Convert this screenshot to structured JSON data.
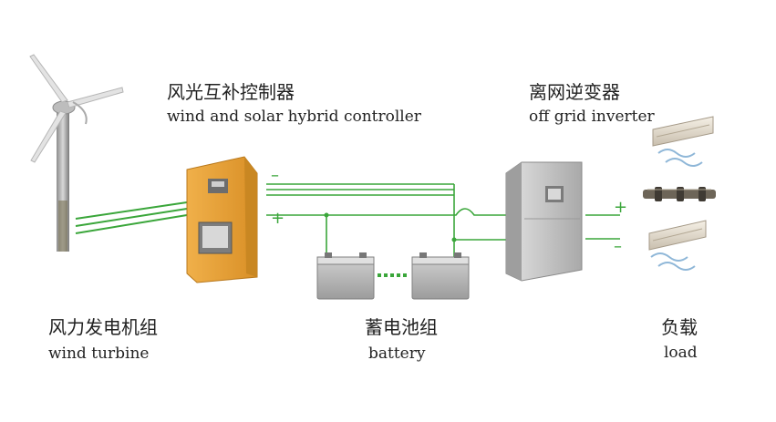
{
  "controller": {
    "cn": "风光互补控制器",
    "en": "wind and solar hybrid controller"
  },
  "inverter": {
    "cn": "离网逆变器",
    "en": "off grid inverter"
  },
  "turbine": {
    "cn": "风力发电机组",
    "en": "wind turbine"
  },
  "battery": {
    "cn": "蓄电池组",
    "en": "battery"
  },
  "load": {
    "cn": "负载",
    "en": "load"
  },
  "polarity": {
    "minus": "–",
    "plus": "+"
  },
  "colors": {
    "wire": "#3aa63a",
    "controller_body": "#e8a33a",
    "battery_body": "#b5b5b5",
    "inverter_body": "#cfcfcf"
  },
  "icons": [
    "wind-turbine-icon",
    "controller-icon",
    "battery-icon",
    "inverter-icon",
    "air-conditioner-icon",
    "light-bar-icon"
  ]
}
